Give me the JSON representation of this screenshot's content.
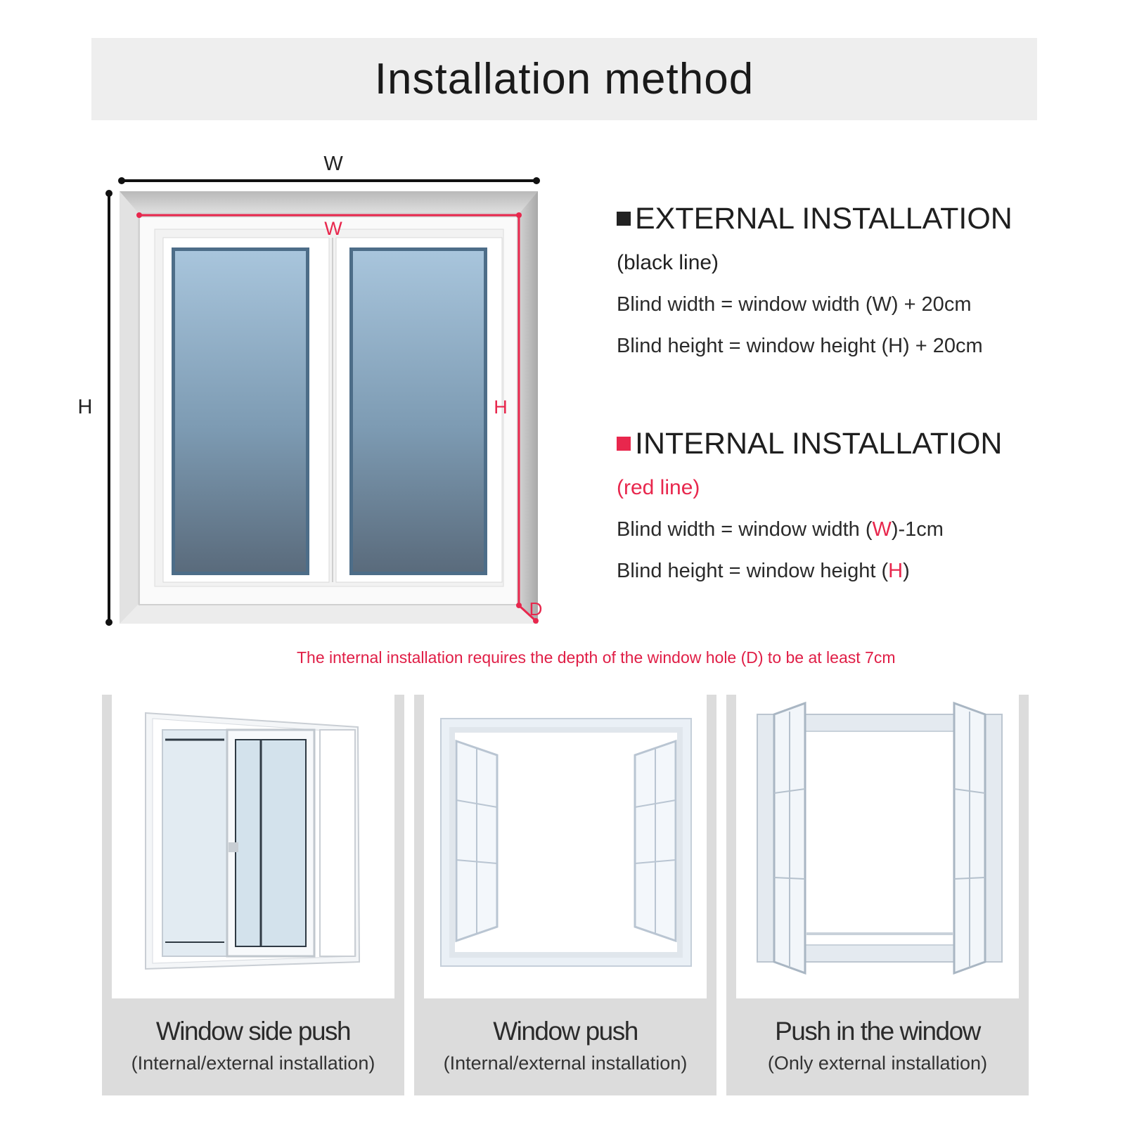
{
  "header": {
    "title": "Installation method"
  },
  "diagram": {
    "outer_width_label": "W",
    "outer_height_label": "H",
    "inner_width_label": "W",
    "inner_height_label": "H",
    "depth_label": "D"
  },
  "external": {
    "title": "EXTERNAL INSTALLATION",
    "subtitle": "(black line)",
    "width_formula": "Blind width = window width (W) + 20cm",
    "height_formula": "Blind height = window height (H) + 20cm",
    "bullet_color": "#222222"
  },
  "internal": {
    "title": "INTERNAL INSTALLATION",
    "subtitle": "(red line)",
    "width_prefix": "Blind width = window width (",
    "width_var": "W",
    "width_suffix": ")-1cm",
    "height_prefix": "Blind height = window height (",
    "height_var": "H",
    "height_suffix": ")",
    "bullet_color": "#e8274d"
  },
  "note": "The internal installation requires the depth of the window hole (D) to be at least 7cm",
  "cards": [
    {
      "title": "Window side push",
      "subtitle": "(Internal/external installation)"
    },
    {
      "title": "Window push",
      "subtitle": "(Internal/external installation)"
    },
    {
      "title": "Push in the window",
      "subtitle": "(Only external installation)"
    }
  ],
  "colors": {
    "accent_red": "#e8274d",
    "header_bg": "#eeeeee",
    "card_bg": "#dcdcdc"
  }
}
